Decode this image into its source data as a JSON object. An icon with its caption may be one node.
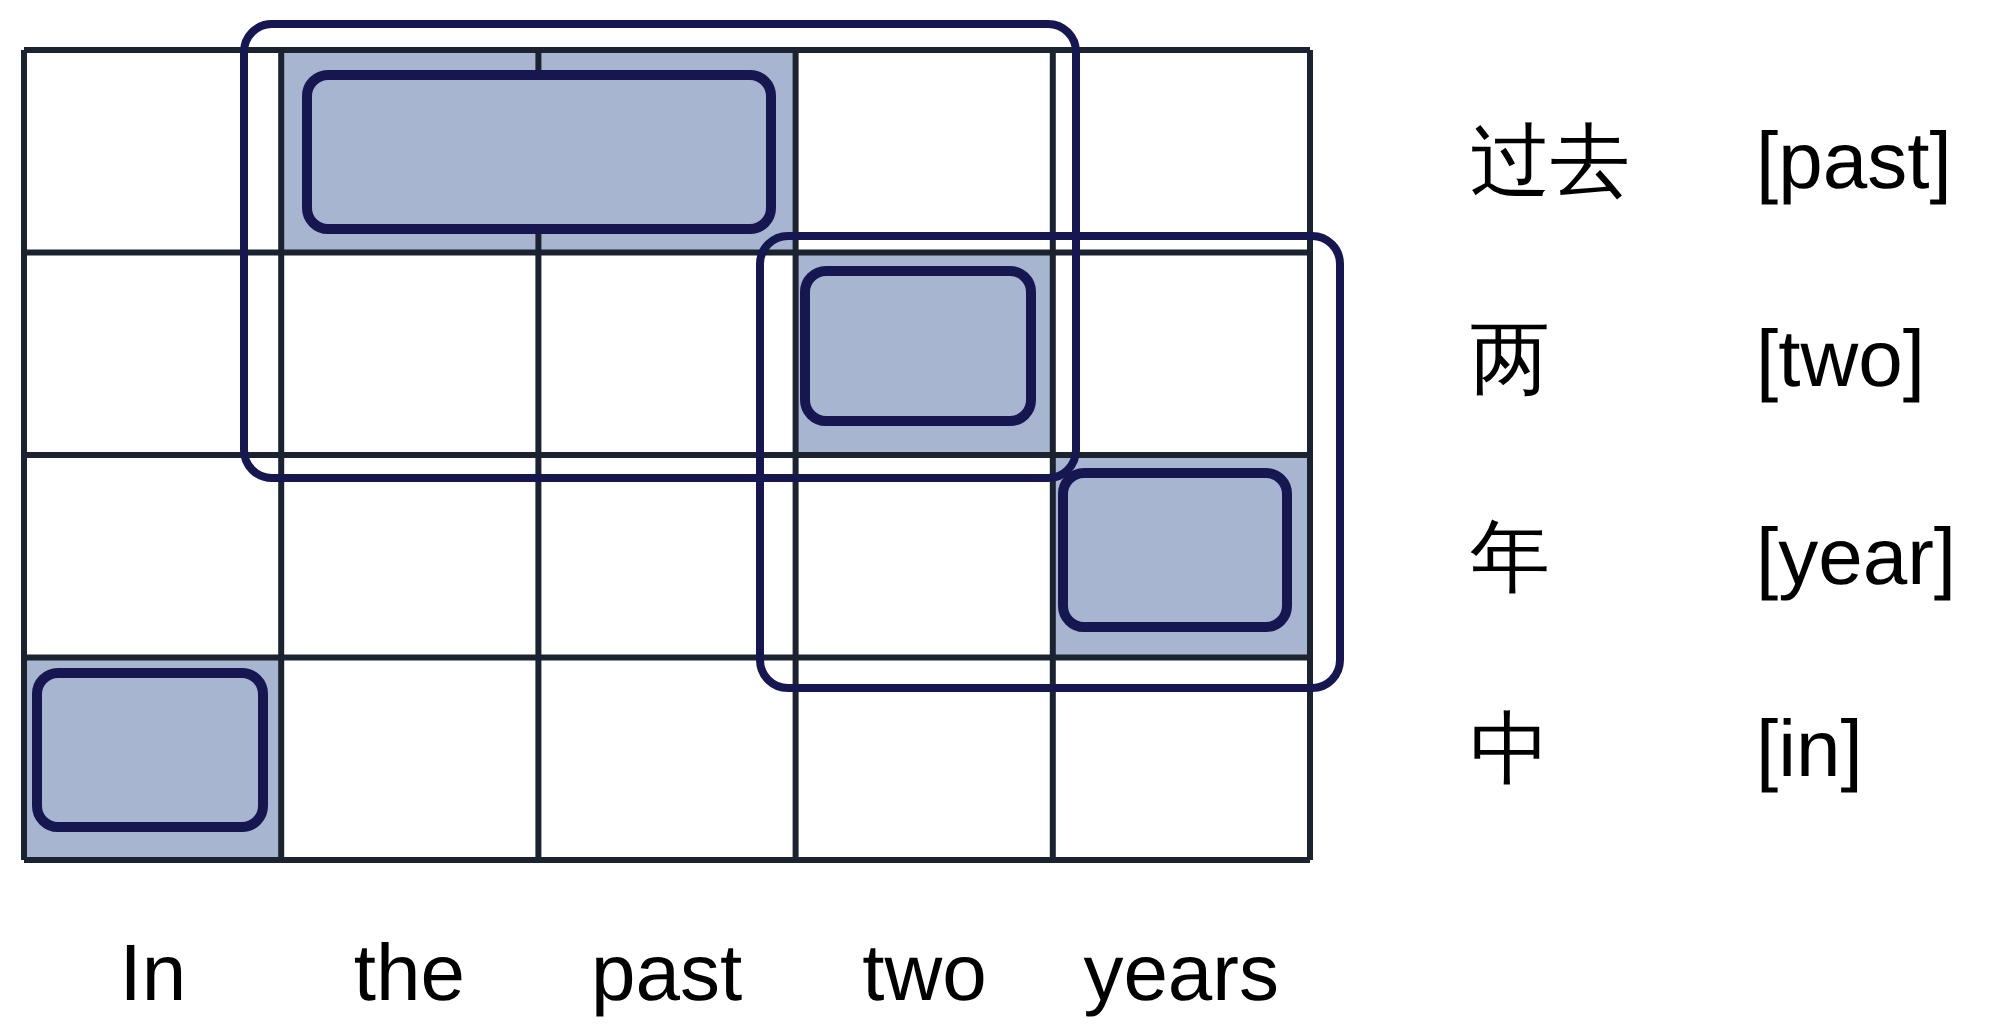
{
  "diagram": {
    "nodes": [
      {
        "text": [],
        "shape": "box"
      },
      {
        "text": [],
        "shape": "box",
        "in": 0
      },
      {
        "text": [],
        "shape": "box"
      },
      {
        "text": [],
        "shape": "box"
      },
      {
        "text": [],
        "shape": "box",
        "in": 3
      },
      {
        "text": [],
        "shape": "box"
      }
    ],
    "labels": [
      "过去",
      "[past]",
      "两",
      "[two]",
      "年",
      "[year]",
      "中",
      "[in]",
      "In",
      "the",
      "past",
      "two",
      "years"
    ]
  }
}
